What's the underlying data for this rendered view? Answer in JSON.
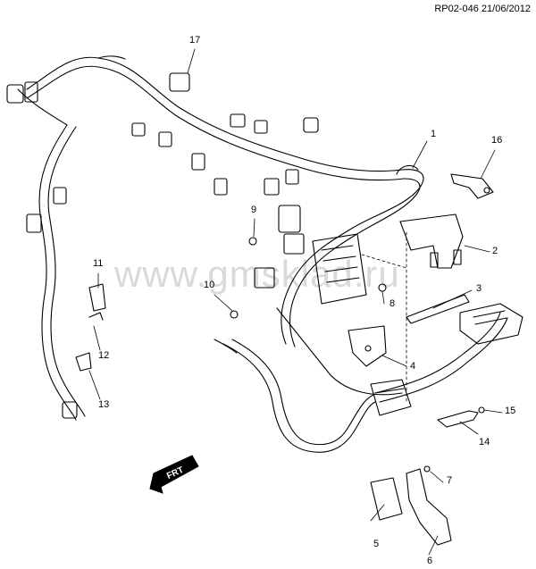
{
  "drawing_code": "RP02-046 21/06/2012",
  "watermark": "www.gmsklad.ru",
  "front_arrow_label": "FRT",
  "callouts": [
    {
      "id": "callout-1",
      "label": "1"
    },
    {
      "id": "callout-2",
      "label": "2"
    },
    {
      "id": "callout-3",
      "label": "3"
    },
    {
      "id": "callout-4",
      "label": "4"
    },
    {
      "id": "callout-5",
      "label": "5"
    },
    {
      "id": "callout-6",
      "label": "6"
    },
    {
      "id": "callout-7",
      "label": "7"
    },
    {
      "id": "callout-8",
      "label": "8"
    },
    {
      "id": "callout-9",
      "label": "9"
    },
    {
      "id": "callout-10",
      "label": "10"
    },
    {
      "id": "callout-11",
      "label": "11"
    },
    {
      "id": "callout-12",
      "label": "12"
    },
    {
      "id": "callout-13",
      "label": "13"
    },
    {
      "id": "callout-14",
      "label": "14"
    },
    {
      "id": "callout-15",
      "label": "15"
    },
    {
      "id": "callout-16",
      "label": "16"
    },
    {
      "id": "callout-17",
      "label": "17"
    }
  ]
}
